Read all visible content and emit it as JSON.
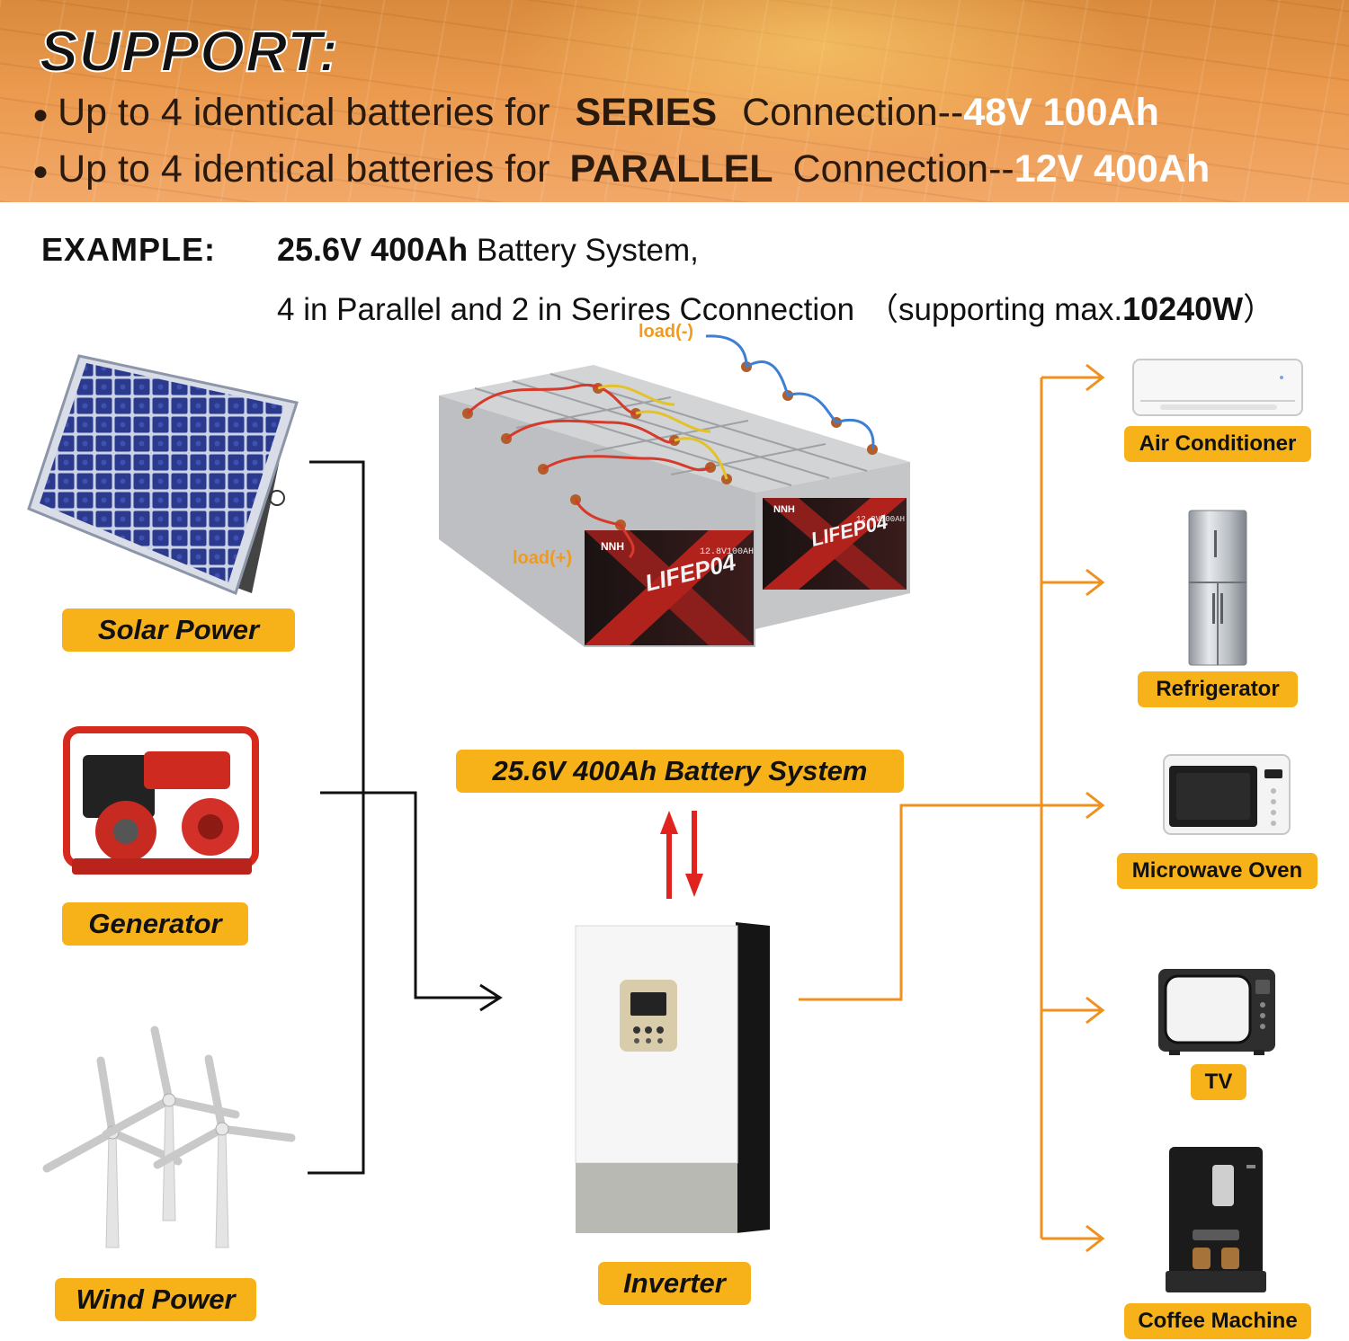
{
  "banner": {
    "title": "SUPPORT:",
    "series_line": {
      "prefix": "Up to 4 identical batteries for",
      "emphasis": "SERIES",
      "middle": "Connection--",
      "highlight": "48V 100Ah"
    },
    "parallel_line": {
      "prefix": "Up to 4 identical batteries for",
      "emphasis": "PARALLEL",
      "middle": "Connection--",
      "highlight": "12V 400Ah"
    }
  },
  "example": {
    "label": "EXAMPLE:",
    "system_bold": "25.6V 400Ah",
    "system_rest": "Battery System,",
    "connection_text": "4 in Parallel and 2 in Serires Cconnection",
    "support_prefix": "（supporting max.",
    "support_value": "10240W",
    "support_suffix": "）"
  },
  "battery_bank": {
    "load_negative": "load(-)",
    "load_positive": "load(+)",
    "brand": "NNH",
    "model": "LIFEP04",
    "rating": "12.8V100AH"
  },
  "sources": [
    {
      "label": "Solar Power",
      "icon": "solar-panel-icon"
    },
    {
      "label": "Generator",
      "icon": "generator-icon"
    },
    {
      "label": "Wind Power",
      "icon": "wind-turbine-icon"
    }
  ],
  "system_label": "25.6V 400Ah Battery System",
  "inverter_label": "Inverter",
  "appliances": [
    {
      "label": "Air Conditioner",
      "icon": "air-conditioner-icon"
    },
    {
      "label": "Refrigerator",
      "icon": "refrigerator-icon"
    },
    {
      "label": "Microwave Oven",
      "icon": "microwave-icon"
    },
    {
      "label": "TV",
      "icon": "tv-icon"
    },
    {
      "label": "Coffee Machine",
      "icon": "coffee-machine-icon"
    }
  ],
  "colors": {
    "label_bg": "#f7b21a",
    "output_line": "#f0911e",
    "input_line": "#111111",
    "battery_arrows": "#e0231f",
    "banner_highlight": "#ffffff"
  }
}
